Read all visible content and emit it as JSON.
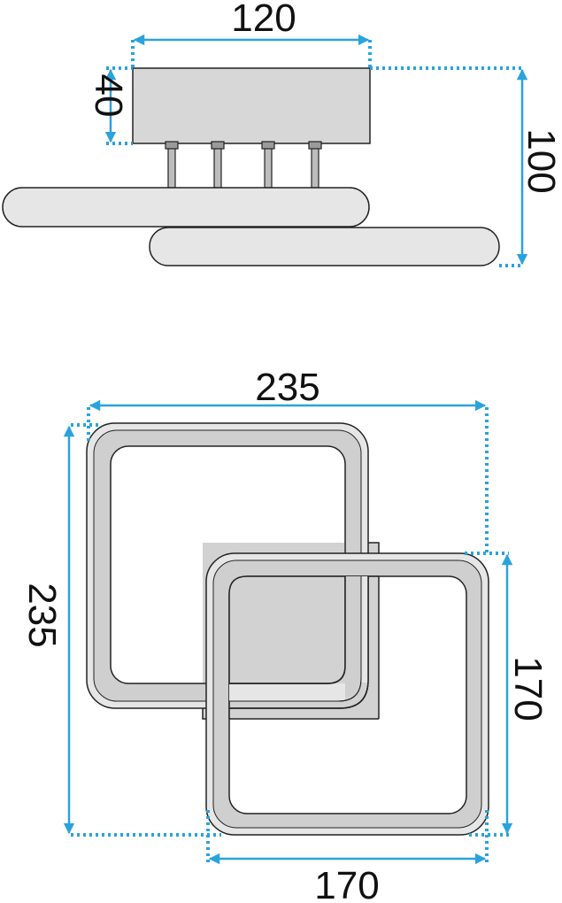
{
  "dimensions": {
    "side_width": "120",
    "side_base_height": "40",
    "side_total_height": "100",
    "top_width": "235",
    "top_height": "235",
    "inner_height": "170",
    "inner_width": "170"
  },
  "colors": {
    "arrow": "#2aa3dc",
    "outline": "#222222",
    "base_fill": "#d7d7d7",
    "ring_fill": "#e6e6e6",
    "ring_inner_fill": "#cfcfcf"
  }
}
